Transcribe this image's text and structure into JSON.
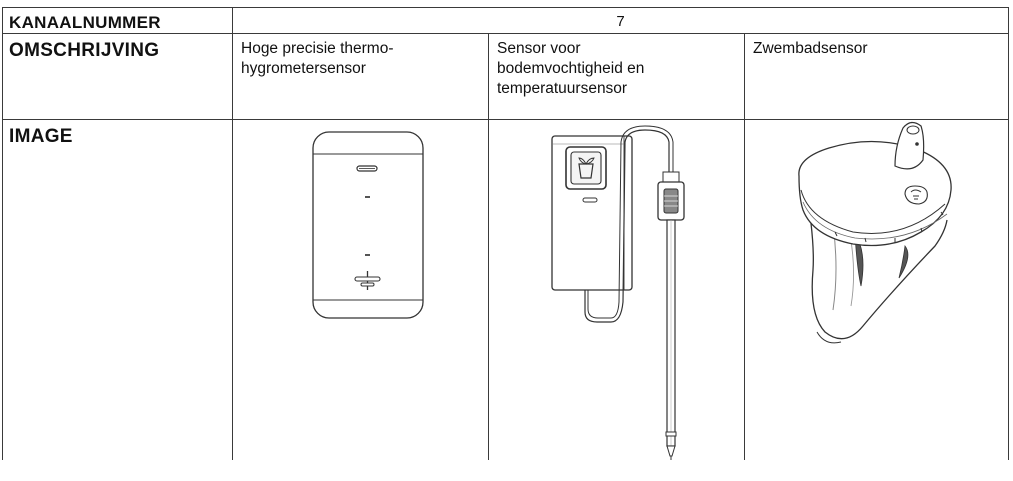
{
  "top_fragment": "",
  "table": {
    "row_channel": {
      "label": "KANAALNUMMER",
      "value": "7"
    },
    "row_description": {
      "label": "OMSCHRIJVING",
      "items": [
        "Hoge precisie thermo-\nhygrometersensor",
        "Sensor voor\nbodemvochtigheid en\ntemperatuursensor",
        "Zwembadsensor"
      ]
    },
    "row_image": {
      "label": "IMAGE",
      "images": [
        {
          "icon": "thermo-hygrometer-sensor-icon"
        },
        {
          "icon": "soil-moisture-sensor-icon"
        },
        {
          "icon": "pool-sensor-icon"
        }
      ]
    }
  },
  "colors": {
    "border": "#3a3a3a",
    "line_art": "#333333"
  }
}
